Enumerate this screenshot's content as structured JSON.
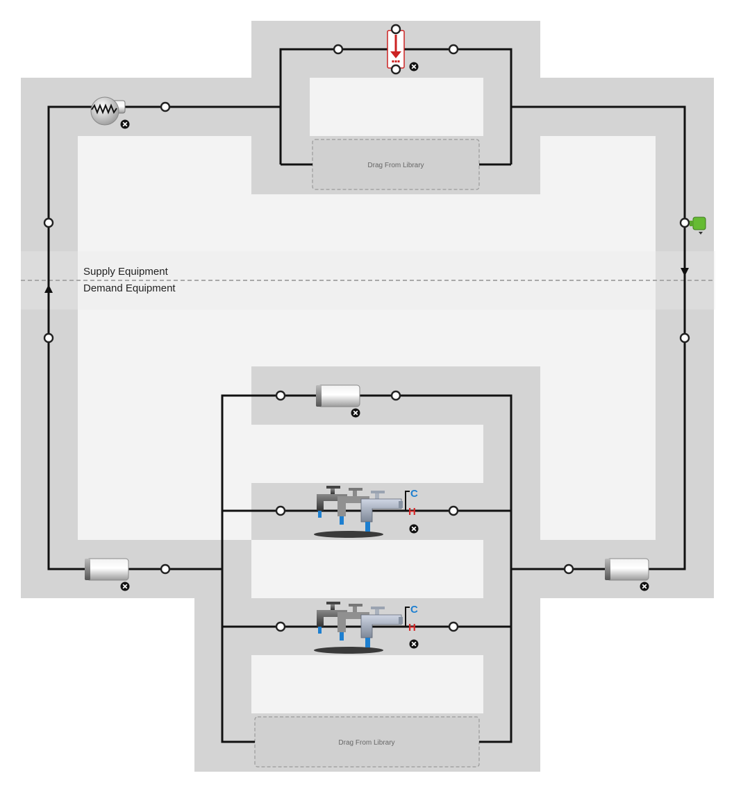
{
  "divider": {
    "supply_label": "Supply Equipment",
    "demand_label": "Demand Equipment"
  },
  "drop_zones": {
    "supply_text": "Drag From Library",
    "demand_text": "Drag From Library"
  },
  "components": [
    {
      "name": "heater",
      "icon": "water-heater-icon"
    },
    {
      "name": "setpoint-manager",
      "icon": "temperature-setpoint-icon"
    },
    {
      "name": "pump",
      "icon": "pump-icon"
    },
    {
      "name": "demand-inlet-pipe",
      "icon": "pipe-icon"
    },
    {
      "name": "demand-bypass-pipe",
      "icon": "pipe-icon"
    },
    {
      "name": "demand-outlet-pipe",
      "icon": "pipe-icon"
    },
    {
      "name": "water-use-connections-1",
      "icon": "faucets-icon"
    },
    {
      "name": "water-use-connections-2",
      "icon": "faucets-icon"
    }
  ],
  "colors": {
    "background": "#ffffff",
    "loop_area": "#d4d4d4",
    "inner_panel": "#f3f3f3",
    "pipe": "#111111",
    "pump_green": "#66bb33",
    "setpoint_red": "#cc2222",
    "cold_blue": "#1d7fd0",
    "hot_red": "#d62828"
  }
}
